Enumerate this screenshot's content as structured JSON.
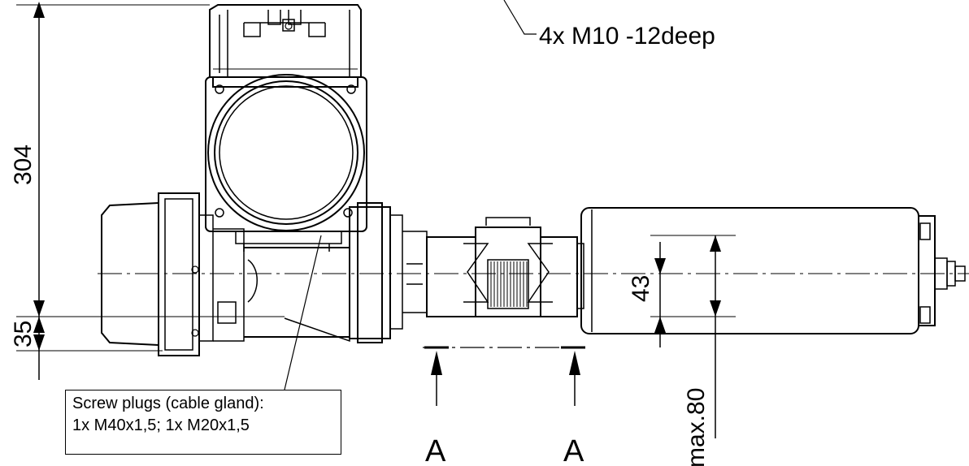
{
  "dimensions": {
    "overall_height": "304",
    "lower_offset": "35",
    "inner_dim": "43",
    "max_dim": "max.80"
  },
  "callout_thread": "4x M10 -12deep",
  "section_marker": "A",
  "note": {
    "line1": "Screw plugs (cable gland):",
    "line2": "1x M40x1,5; 1x M20x1,5"
  }
}
